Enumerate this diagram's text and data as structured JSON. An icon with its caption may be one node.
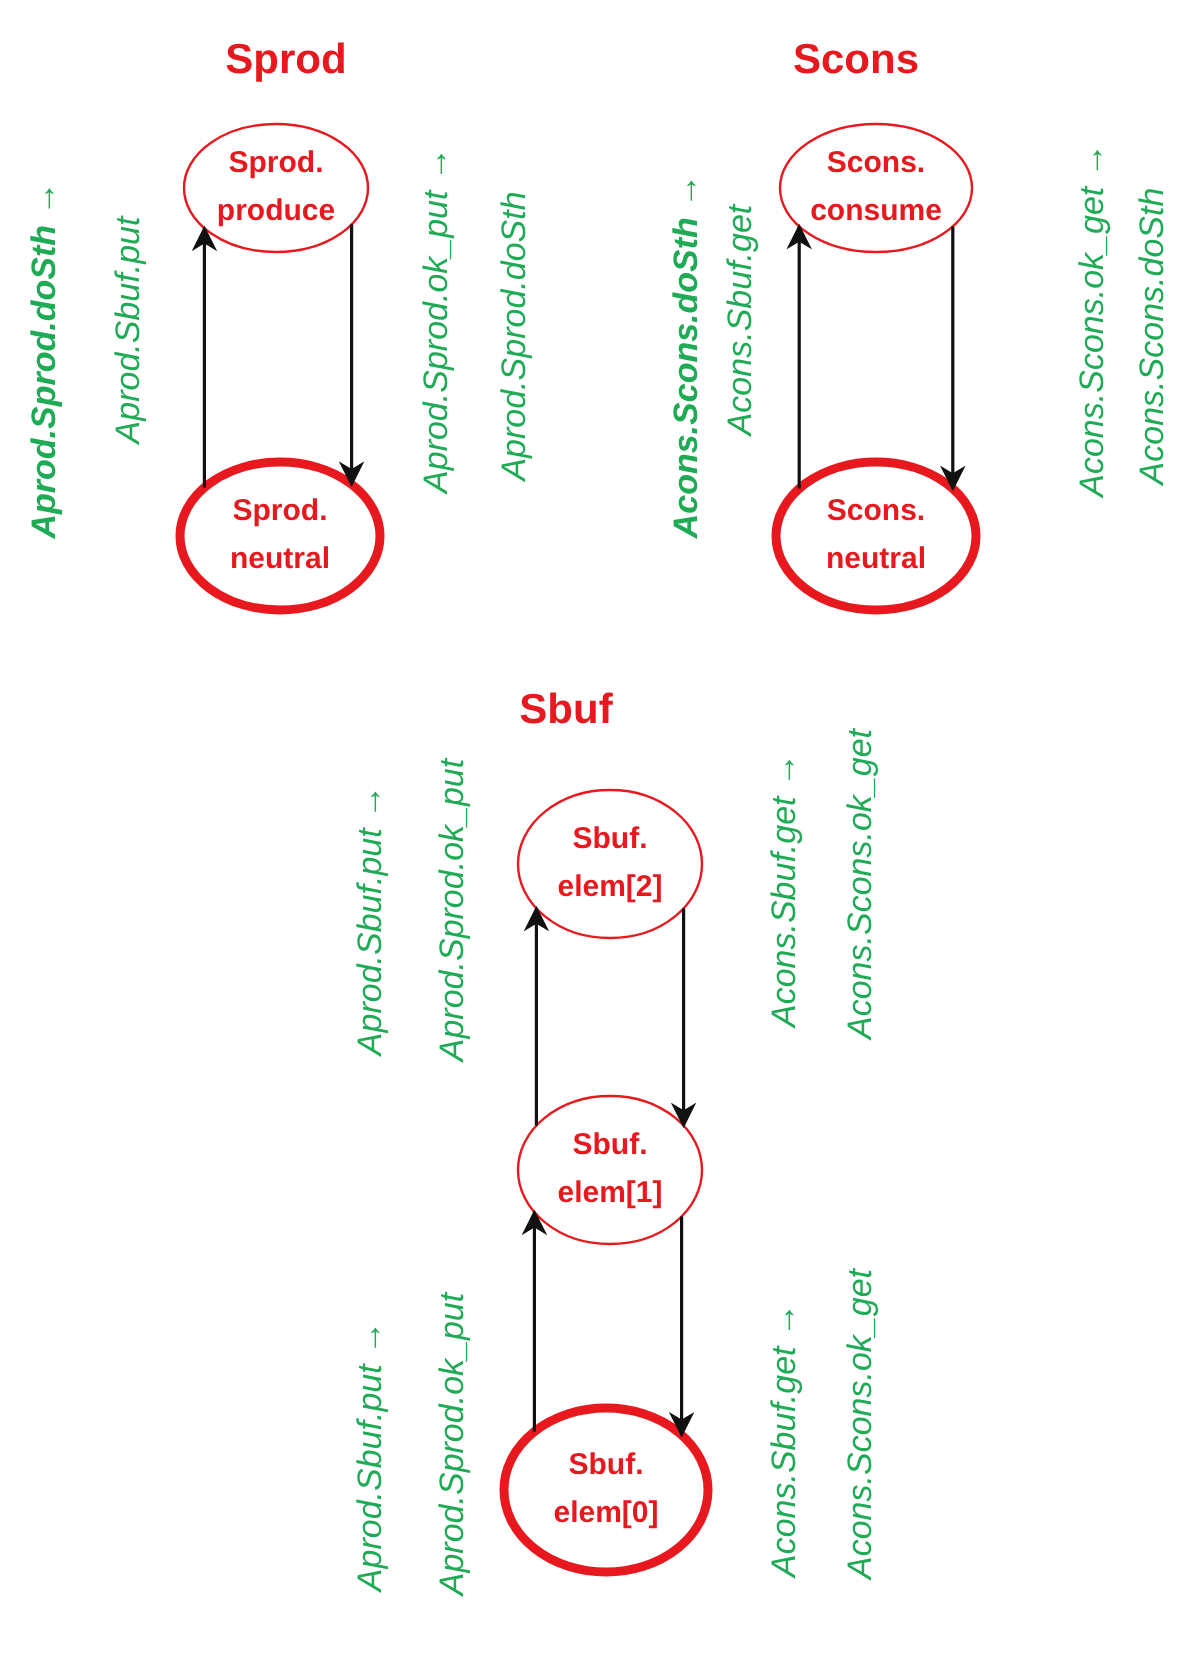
{
  "diagram": {
    "nodes": [
      {
        "text": [
          "Sprod. produce"
        ]
      },
      {
        "text": [
          "Sprod. neutral"
        ]
      },
      {
        "text": [
          "Scons. consume"
        ]
      },
      {
        "text": [
          "Scons. neutral"
        ]
      },
      {
        "text": [
          "Sbuf. elem[2]"
        ]
      },
      {
        "text": [
          "Sbuf. elem[1]"
        ]
      },
      {
        "text": [
          "Sbuf. elem[0]"
        ]
      }
    ],
    "edges": [
      {
        "from": 1,
        "to": 0,
        "arrow": "to"
      },
      {
        "from": 0,
        "to": 1,
        "arrow": "to"
      },
      {
        "from": 3,
        "to": 2,
        "arrow": "to"
      },
      {
        "from": 2,
        "to": 3,
        "arrow": "to"
      },
      {
        "from": 5,
        "to": 4,
        "arrow": "to"
      },
      {
        "from": 4,
        "to": 5,
        "arrow": "to"
      },
      {
        "from": 6,
        "to": 5,
        "arrow": "to"
      },
      {
        "from": 5,
        "to": 6,
        "arrow": "to"
      }
    ],
    "labels": [
      "Sprod",
      "Aprod.Sprod.doSth →",
      "Aprod.Sbuf.put",
      "Aprod.Sprod.ok_put →",
      "Aprod.Sprod.doSth",
      "Scons",
      "Acons.Scons.doSth →",
      "Acons.Sbuf.get",
      "Acons.Scons.ok_get →",
      "Acons.Scons.doSth",
      "Sbuf",
      "Aprod.Sbuf.put →",
      "Aprod.Sprod.ok_put",
      "Acons.Sbuf.get →",
      "Acons.Scons.ok_get",
      "Aprod.Sbuf.put →",
      "Aprod.Sprod.ok_put",
      "Acons.Sbuf.get →",
      "Acons.Scons.ok_get"
    ]
  }
}
